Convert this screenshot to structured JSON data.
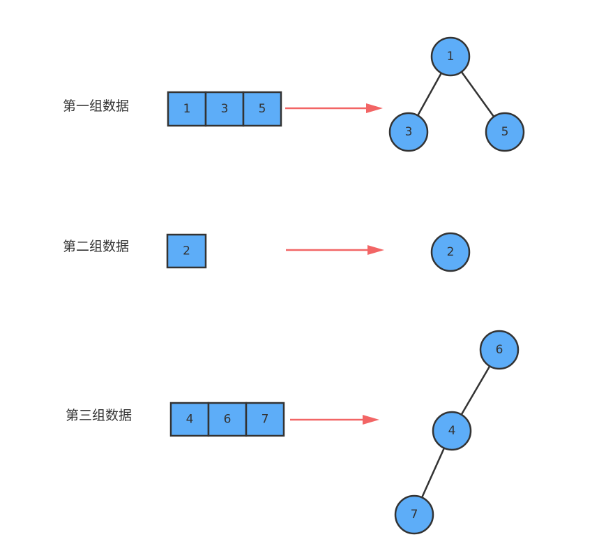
{
  "colors": {
    "fill": "#5dadf8",
    "stroke": "#333333",
    "arrow": "#f26565",
    "text": "#333333"
  },
  "groups": [
    {
      "label": "第一组数据",
      "cells": [
        "1",
        "3",
        "5"
      ],
      "tree": {
        "nodes": [
          {
            "id": "a",
            "value": "1"
          },
          {
            "id": "b",
            "value": "3"
          },
          {
            "id": "c",
            "value": "5"
          }
        ],
        "edges": [
          [
            "a",
            "b"
          ],
          [
            "a",
            "c"
          ]
        ]
      }
    },
    {
      "label": "第二组数据",
      "cells": [
        "2"
      ],
      "tree": {
        "nodes": [
          {
            "id": "a",
            "value": "2"
          }
        ],
        "edges": []
      }
    },
    {
      "label": "第三组数据",
      "cells": [
        "4",
        "6",
        "7"
      ],
      "tree": {
        "nodes": [
          {
            "id": "a",
            "value": "6"
          },
          {
            "id": "b",
            "value": "4"
          },
          {
            "id": "c",
            "value": "7"
          }
        ],
        "edges": [
          [
            "a",
            "b"
          ],
          [
            "b",
            "c"
          ]
        ]
      }
    }
  ]
}
